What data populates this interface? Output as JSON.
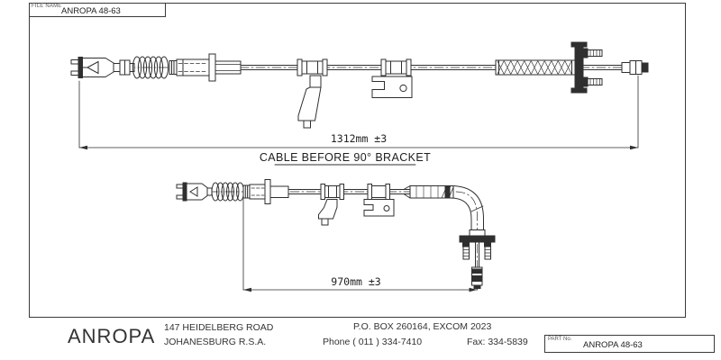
{
  "file_box": {
    "label": "FILE NAME",
    "value": "ANROPA 48-63"
  },
  "drawing": {
    "top_view": {
      "dimension": "1312mm ±3",
      "caption": "CABLE BEFORE 90° BRACKET"
    },
    "bottom_view": {
      "dimension": "970mm ±3"
    }
  },
  "title_block": {
    "company": "ANROPA",
    "address_line1": "147 HEIDELBERG ROAD",
    "address_line2": "JOHANESBURG R.S.A.",
    "po_box": "P.O. BOX 260164, EXCOM 2023",
    "phone": "Phone ( 011 )  334-7410",
    "fax": "Fax: 334-5839"
  },
  "part_box": {
    "label": "PART No.",
    "value": "ANROPA 48-63"
  },
  "colors": {
    "ink": "#2f2f2f",
    "paper": "#ffffff"
  }
}
